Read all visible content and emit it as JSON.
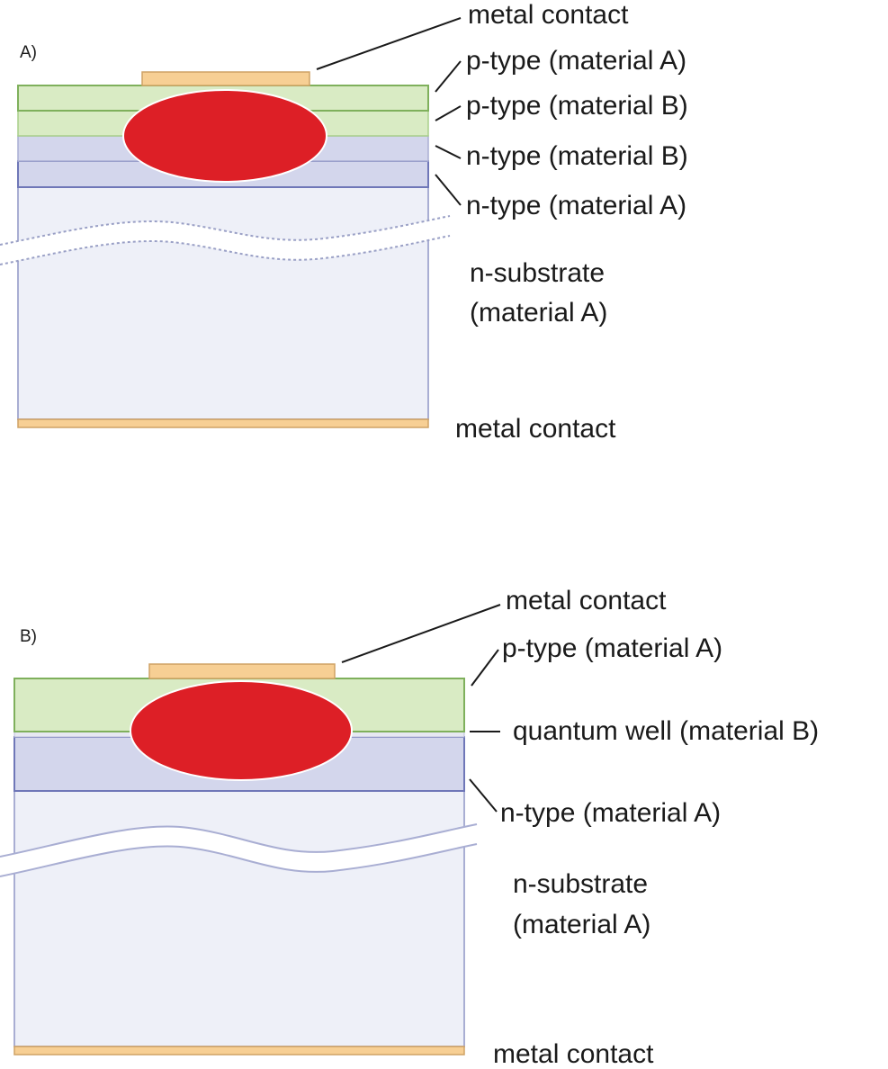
{
  "colors": {
    "p_type": "#d9ebc4",
    "p_type_border": "#7fb05c",
    "n_type": "#d3d6ec",
    "n_type_border": "#6f77b8",
    "substrate": "#eef0f8",
    "substrate_border": "#a9aed3",
    "metal": "#f7cf94",
    "metal_border": "#cfa265",
    "active_region": "#dd1f26"
  },
  "panel_a": {
    "label": "A)",
    "labels": {
      "metal_contact_top": "metal contact",
      "p_type_a": "p-type (material A)",
      "p_type_b": "p-type (material B)",
      "n_type_b": "n-type (material B)",
      "n_type_a": "n-type (material A)",
      "substrate_line1": "n-substrate",
      "substrate_line2": "(material A)",
      "metal_contact_bottom": "metal contact"
    }
  },
  "panel_b": {
    "label": "B)",
    "labels": {
      "metal_contact_top": "metal contact",
      "p_type_a": "p-type (material A)",
      "quantum_well": "quantum well (material B)",
      "n_type_a": "n-type (material A)",
      "substrate_line1": "n-substrate",
      "substrate_line2": "(material A)",
      "metal_contact_bottom": "metal contact"
    }
  }
}
